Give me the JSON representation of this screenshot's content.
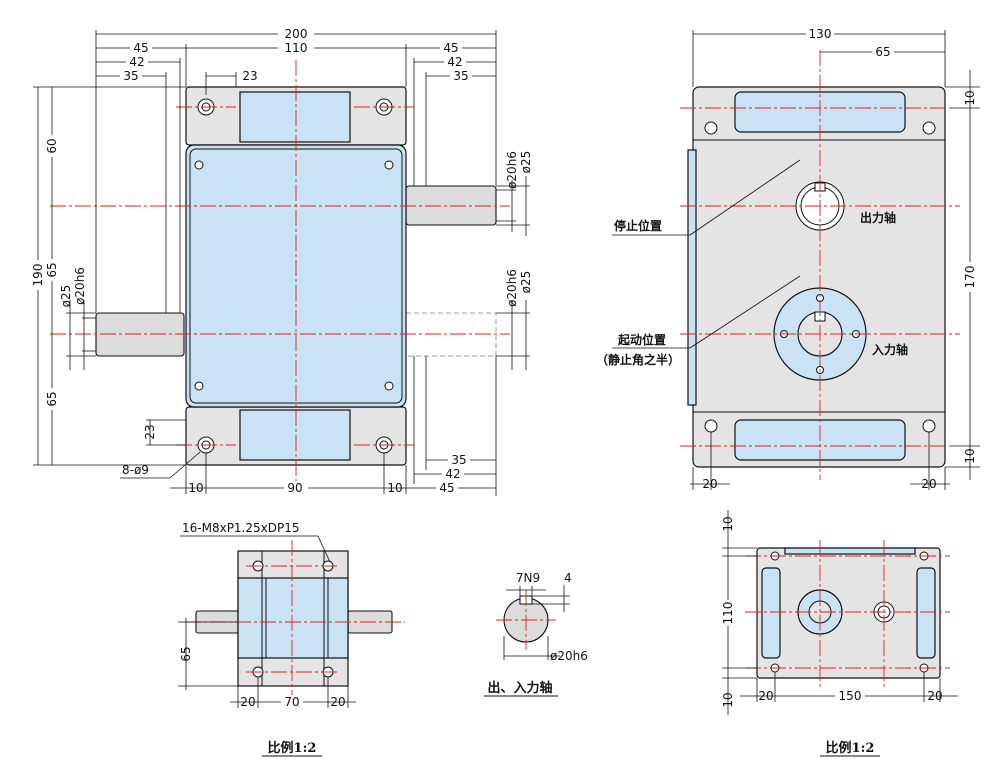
{
  "front_view": {
    "dims_top": [
      "200",
      "110",
      "45",
      "42",
      "35",
      "23",
      "45",
      "42",
      "35"
    ],
    "dims_left": [
      "190",
      "60",
      "65",
      "65",
      "ø25",
      "ø20h6",
      "23"
    ],
    "dims_right": [
      "ø20h6",
      "ø25",
      "ø20h6",
      "ø25",
      "35",
      "42",
      "45"
    ],
    "dims_bottom": [
      "10",
      "90",
      "10"
    ],
    "hole_note": "8-ø9"
  },
  "side_view": {
    "dims": [
      "130",
      "65",
      "10",
      "170",
      "10",
      "20",
      "20"
    ],
    "label_stop": "停止位置",
    "label_output": "出力轴",
    "label_start": "起动位置",
    "label_start_note": "（静止角之半）",
    "label_input": "入力轴"
  },
  "bottom_view": {
    "thread_note": "16-M8xP1.25xDP15",
    "dims": [
      "65",
      "20",
      "70",
      "20"
    ],
    "scale": "比例1:2"
  },
  "shaft_detail": {
    "key_width": "7N9",
    "key_depth": "4",
    "diameter": "ø20h6",
    "label": "出、入力轴"
  },
  "top_view": {
    "dims": [
      "10",
      "110",
      "10",
      "20",
      "150",
      "20"
    ],
    "scale": "比例1:2"
  }
}
